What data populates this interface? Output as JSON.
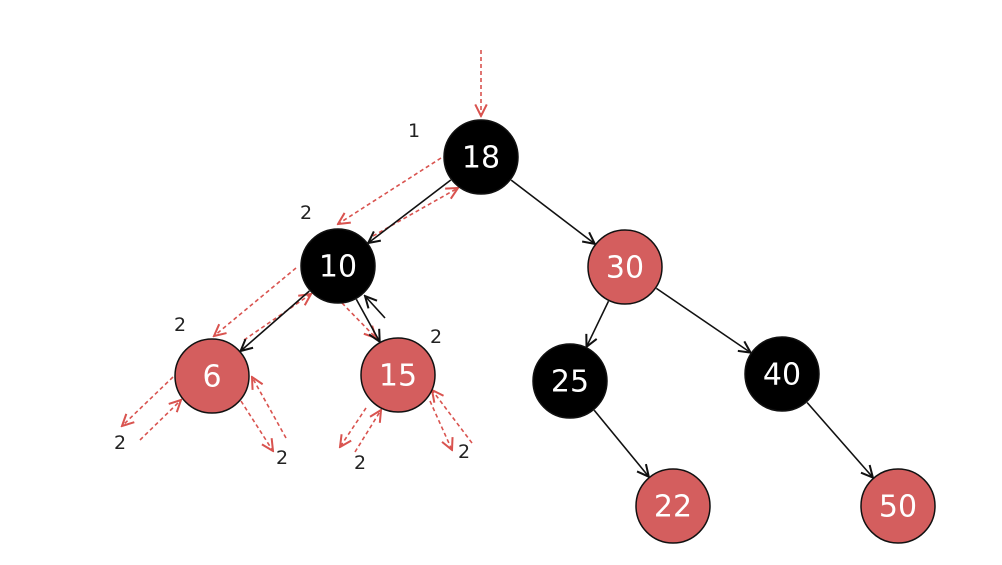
{
  "colors": {
    "black_node": "#000000",
    "red_node": "#d45e5e",
    "node_outline": "#111111",
    "node_text": "#ffffff",
    "edge": "#111111",
    "trace": "#d9534f",
    "count_text": "#222222"
  },
  "nodes": [
    {
      "id": "n18",
      "label": "18",
      "color": "black"
    },
    {
      "id": "n10",
      "label": "10",
      "color": "black"
    },
    {
      "id": "n30",
      "label": "30",
      "color": "red"
    },
    {
      "id": "n6",
      "label": "6",
      "color": "red"
    },
    {
      "id": "n15",
      "label": "15",
      "color": "red"
    },
    {
      "id": "n25",
      "label": "25",
      "color": "black"
    },
    {
      "id": "n40",
      "label": "40",
      "color": "black"
    },
    {
      "id": "n22",
      "label": "22",
      "color": "red"
    },
    {
      "id": "n50",
      "label": "50",
      "color": "red"
    }
  ],
  "edges": [
    {
      "from": "n18",
      "to": "n10"
    },
    {
      "from": "n18",
      "to": "n30"
    },
    {
      "from": "n10",
      "to": "n6"
    },
    {
      "from": "n10",
      "to": "n15"
    },
    {
      "from": "n30",
      "to": "n25"
    },
    {
      "from": "n30",
      "to": "n40"
    },
    {
      "from": "n25",
      "to": "n22"
    },
    {
      "from": "n40",
      "to": "n50"
    }
  ],
  "black_counts": [
    {
      "id": "count-root",
      "text": "1"
    },
    {
      "id": "count-n10",
      "text": "2"
    },
    {
      "id": "count-n6",
      "text": "2"
    },
    {
      "id": "count-n15",
      "text": "2"
    },
    {
      "id": "count-n6-left-leaf",
      "text": "2"
    },
    {
      "id": "count-n6-right-leaf",
      "text": "2"
    },
    {
      "id": "count-n15-left-leaf",
      "text": "2"
    },
    {
      "id": "count-n15-right-leaf",
      "text": "2"
    }
  ]
}
